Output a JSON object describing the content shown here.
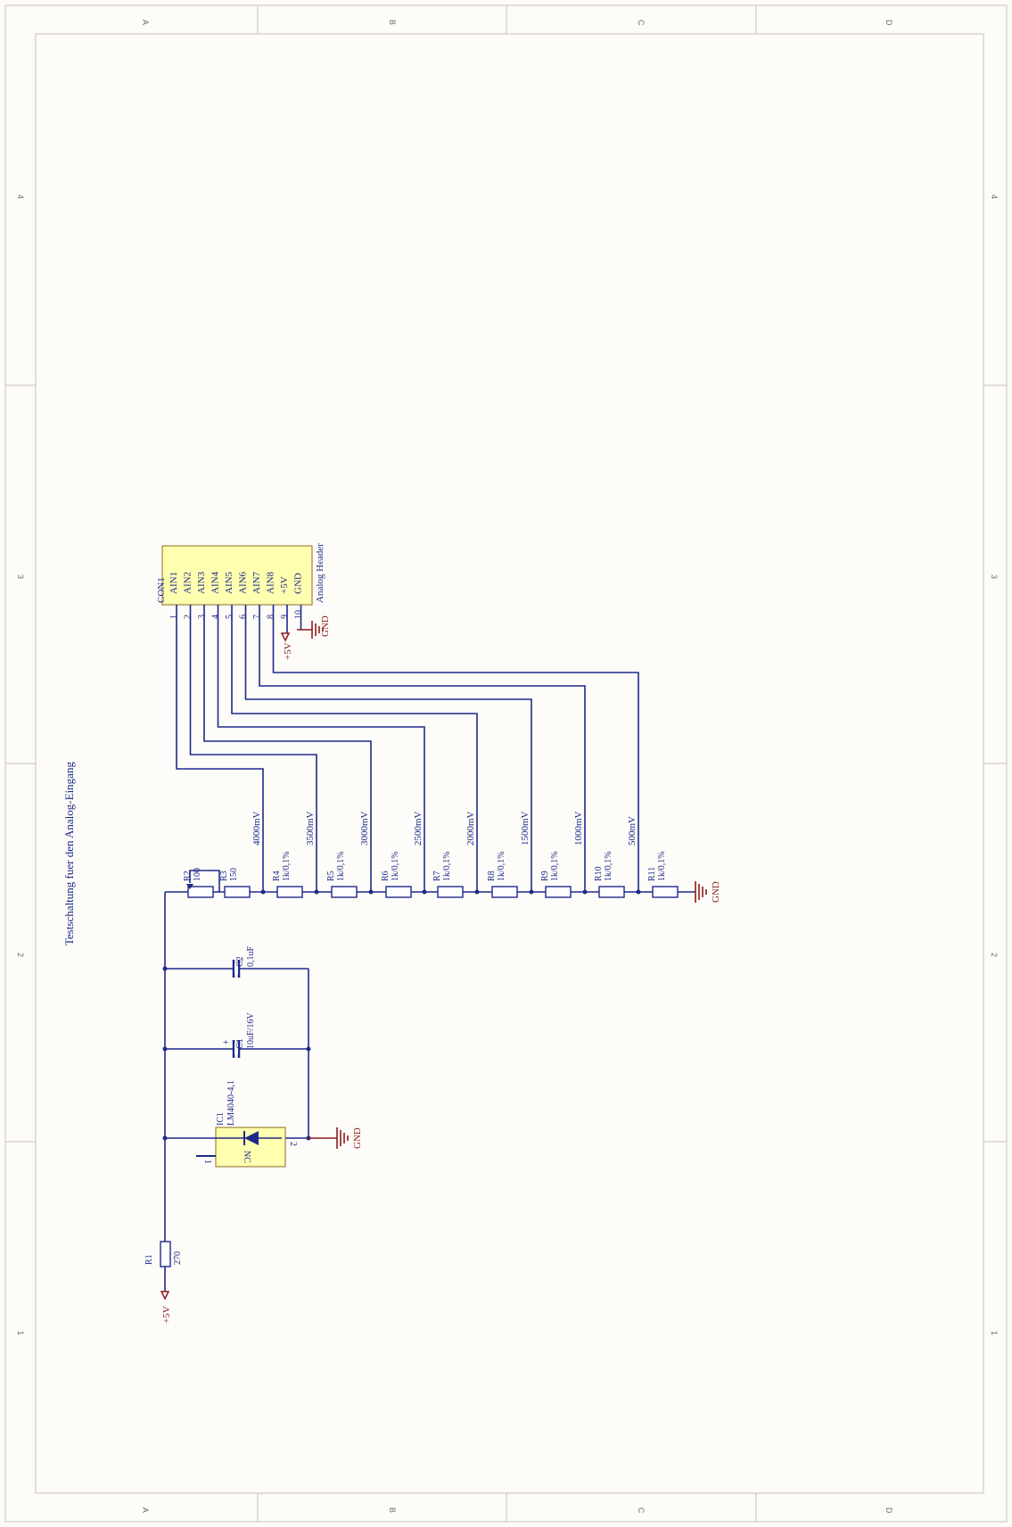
{
  "zones": {
    "letters": [
      "A",
      "B",
      "C",
      "D"
    ],
    "numbers": [
      "4",
      "3",
      "2",
      "1"
    ]
  },
  "title": "Testschaltung fuer den Analog-Eingang",
  "connector": {
    "designator": "CON1",
    "name": "Analog Header",
    "pins": [
      "AIN1",
      "AIN2",
      "AIN3",
      "AIN4",
      "AIN5",
      "AIN6",
      "AIN7",
      "AIN8",
      "+5V",
      "GND"
    ],
    "pin_numbers": [
      "1",
      "2",
      "3",
      "4",
      "5",
      "6",
      "7",
      "8",
      "9",
      "10"
    ]
  },
  "power": {
    "vcc": "+5V",
    "gnd": "GND"
  },
  "resistors": [
    {
      "ref": "R1",
      "value": "270"
    },
    {
      "ref": "R2",
      "value": "100"
    },
    {
      "ref": "R3",
      "value": "150"
    },
    {
      "ref": "R4",
      "value": "1k/0,1%"
    },
    {
      "ref": "R5",
      "value": "1k/0,1%"
    },
    {
      "ref": "R6",
      "value": "1k/0,1%"
    },
    {
      "ref": "R7",
      "value": "1k/0,1%"
    },
    {
      "ref": "R8",
      "value": "1k/0,1%"
    },
    {
      "ref": "R9",
      "value": "1k/0,1%"
    },
    {
      "ref": "R10",
      "value": "1k/0,1%"
    },
    {
      "ref": "R11",
      "value": "1k/0,1%"
    }
  ],
  "voltages": [
    "4000mV",
    "3500mV",
    "3000mV",
    "2500mV",
    "2000mV",
    "1500mV",
    "1000mV",
    "500mV"
  ],
  "capacitors": [
    {
      "ref": "C1",
      "value": "10uF/16V"
    },
    {
      "ref": "C2",
      "value": "0,1uF"
    }
  ],
  "ic": {
    "ref": "IC1",
    "value": "LM4040-4,1",
    "nc": "NC",
    "pin1": "1",
    "pin2": "2"
  },
  "colors": {
    "wire": "#1e2a8a",
    "power": "#8b1a1a",
    "ic_fill": "#ffffb0"
  }
}
